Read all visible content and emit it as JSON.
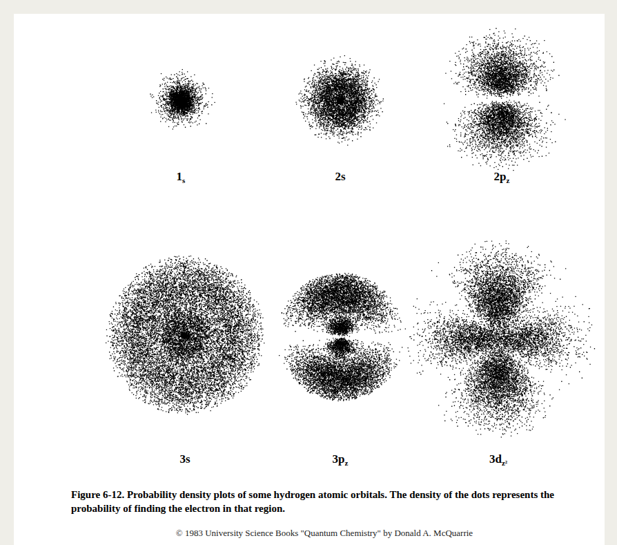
{
  "diagram": {
    "caption": "Figure 6-12. Probability density plots of some hydrogen atomic orbitals. The density of the dots represents the probability of finding the electron in that region.",
    "labels": [
      "1s",
      "2s",
      "2pz",
      "3s",
      "3pz",
      "3dz²",
      "© 1983 University Science Books \"Quantum Chemistry\" by Donald A. McQuarrie"
    ]
  }
}
